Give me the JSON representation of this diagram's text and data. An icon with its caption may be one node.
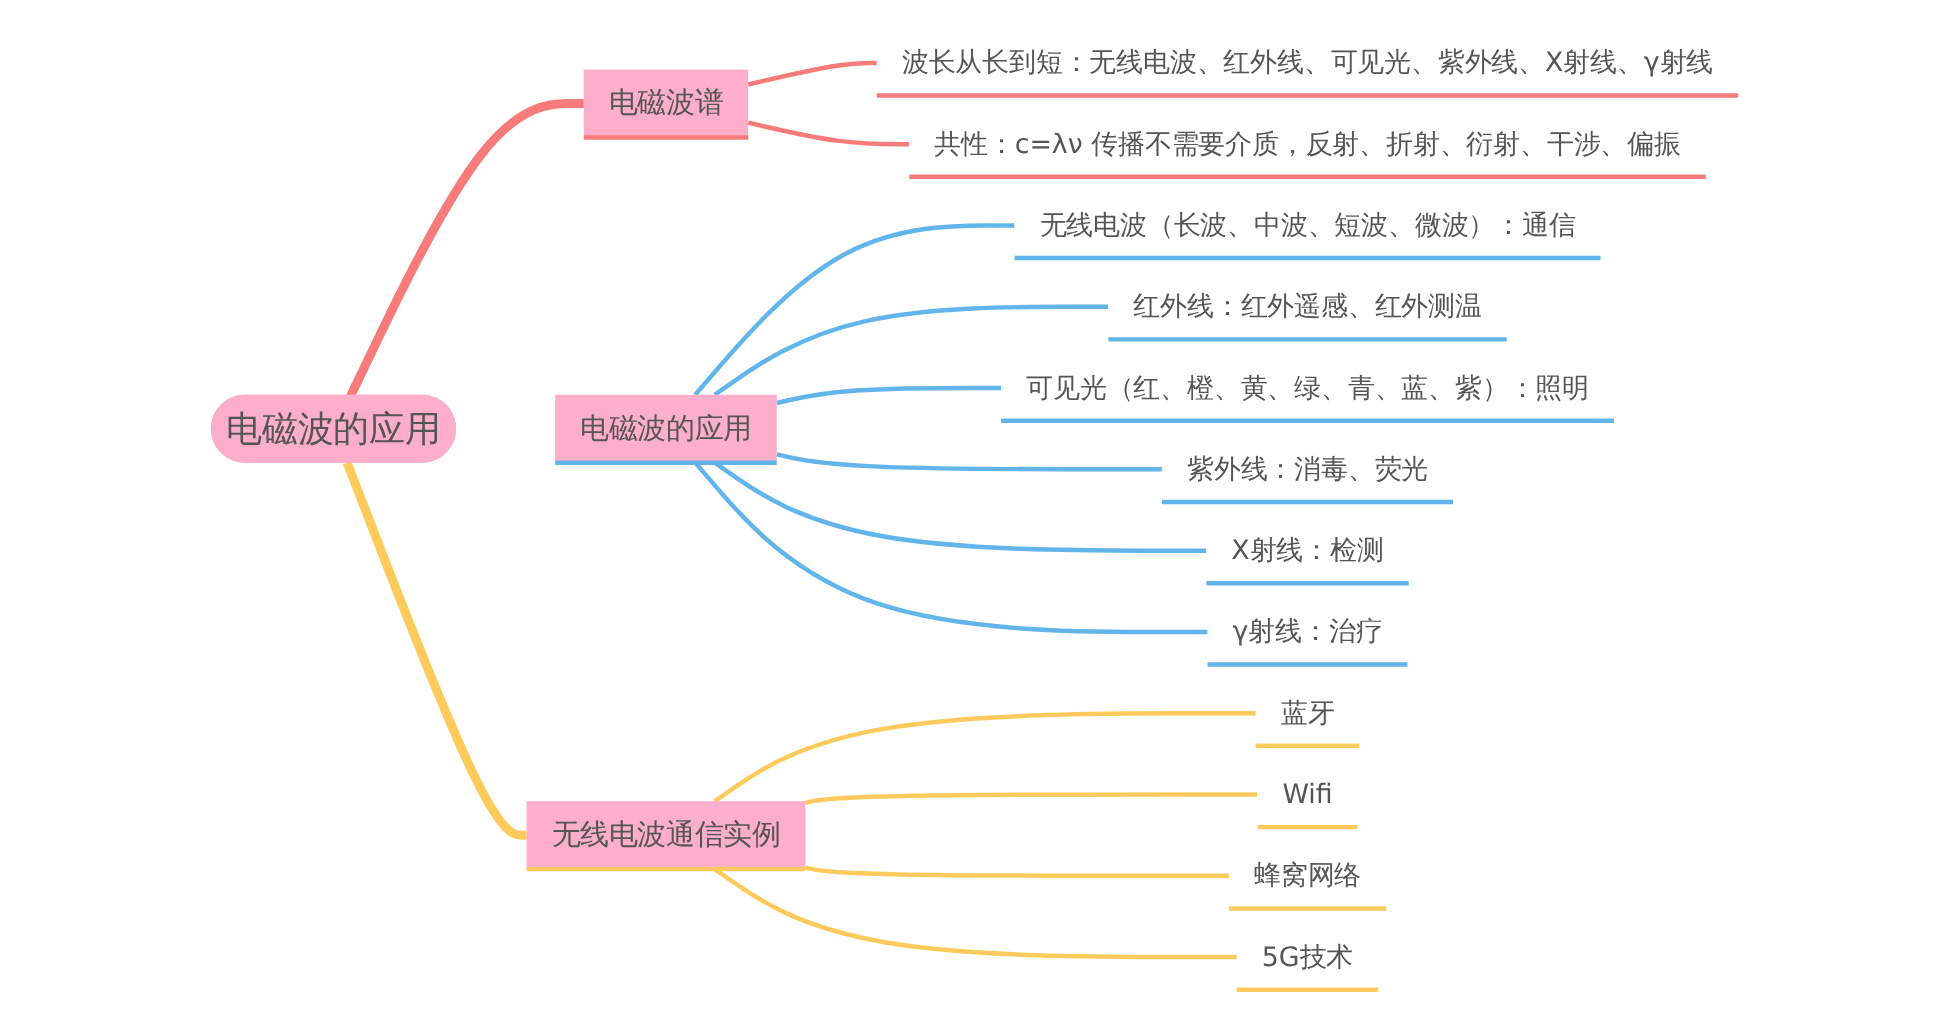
{
  "diagram": {
    "nodes": [
      {
        "text": [
          "电磁波的应用"
        ]
      },
      {
        "text": [
          "电磁波谱"
        ]
      },
      {
        "text": [
          "波长从长到短：无线电波、红外线、可见光、紫外线、X射线、γ射线"
        ]
      },
      {
        "text": [
          "共性：c=λν 传播不需要介质，反射、折射、衍射、干涉、偏振"
        ]
      },
      {
        "text": [
          "电磁波的应用"
        ]
      },
      {
        "text": [
          "无线电波（长波、中波、短波、微波）：通信"
        ]
      },
      {
        "text": [
          "红外线：红外遥感、红外测温"
        ]
      },
      {
        "text": [
          "可见光（红、橙、黄、绿、青、蓝、紫）：照明"
        ]
      },
      {
        "text": [
          "紫外线：消毒、荧光"
        ]
      },
      {
        "text": [
          "X射线：检测"
        ]
      },
      {
        "text": [
          "γ射线：治疗"
        ]
      },
      {
        "text": [
          "无线电波通信实例"
        ]
      },
      {
        "text": [
          "蓝牙"
        ]
      },
      {
        "text": [
          "Wifi"
        ]
      },
      {
        "text": [
          "蜂窝网络"
        ]
      },
      {
        "text": [
          "5G技术"
        ]
      }
    ],
    "edges": [
      {
        "from": 0,
        "to": 1,
        "arrow": "none",
        "style": "thick",
        "color": "#f77b7b"
      },
      {
        "from": 1,
        "to": 2,
        "arrow": "none",
        "color": "#f77b7b"
      },
      {
        "from": 1,
        "to": 3,
        "arrow": "none",
        "color": "#f77b7b"
      },
      {
        "from": 4,
        "to": 5,
        "arrow": "none"
      },
      {
        "from": 4,
        "to": 6,
        "arrow": "none"
      },
      {
        "from": 4,
        "to": 7,
        "arrow": "none"
      },
      {
        "from": 4,
        "to": 8,
        "arrow": "none"
      },
      {
        "from": 4,
        "to": 9,
        "arrow": "none"
      },
      {
        "from": 4,
        "to": 10,
        "arrow": "none"
      },
      {
        "from": 0,
        "to": 11,
        "arrow": "none",
        "style": "thick",
        "color": "#fdca5c"
      },
      {
        "from": 11,
        "to": 12,
        "arrow": "none",
        "color": "#fdca5c"
      },
      {
        "from": 11,
        "to": 13,
        "arrow": "none",
        "color": "#fdca5c"
      },
      {
        "from": 11,
        "to": 14,
        "arrow": "none",
        "color": "#fdca5c"
      },
      {
        "from": 11,
        "to": 15,
        "arrow": "none",
        "color": "#fdca5c"
      }
    ]
  }
}
